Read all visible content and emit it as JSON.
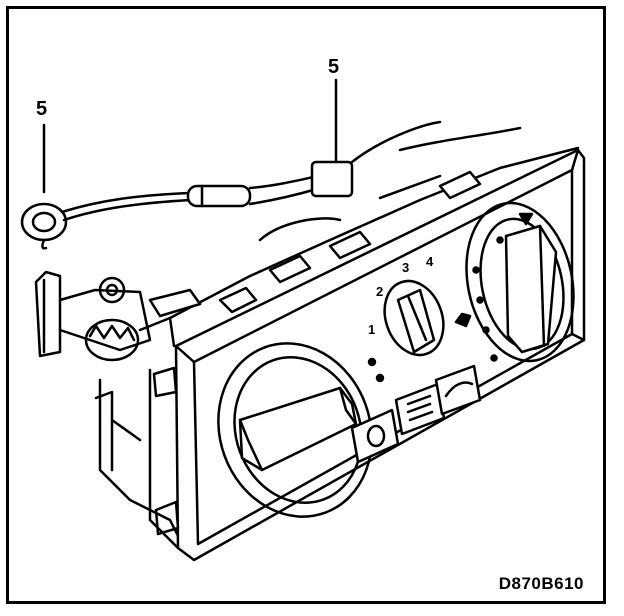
{
  "callouts": [
    "5",
    "5"
  ],
  "dial_numbers": [
    "1",
    "2",
    "3",
    "4"
  ],
  "figure_code": "D870B610",
  "colors": {
    "ink": "#000000",
    "paper": "#ffffff"
  }
}
